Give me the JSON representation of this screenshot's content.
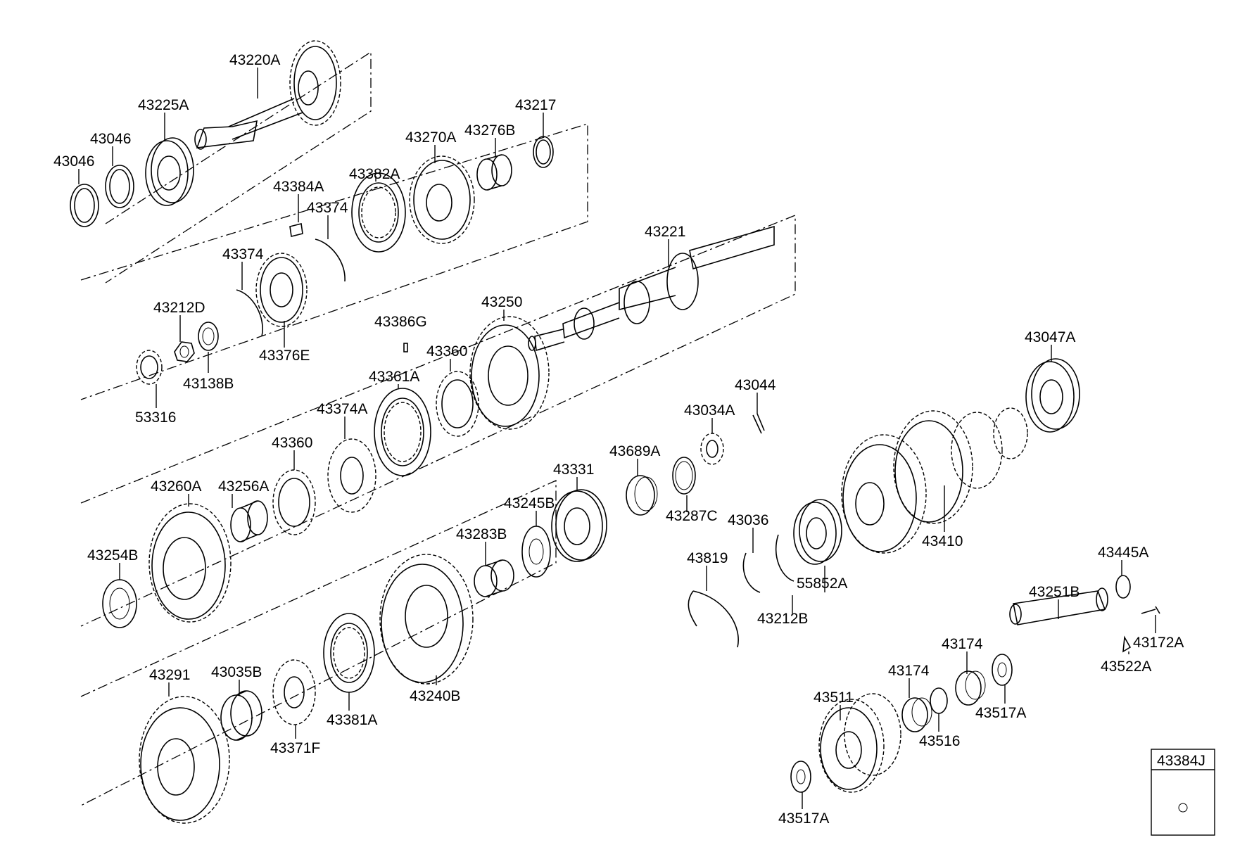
{
  "diagram": {
    "parts": [
      {
        "id": "43220A",
        "label": "43220A"
      },
      {
        "id": "43225A",
        "label": "43225A"
      },
      {
        "id": "43046a",
        "label": "43046"
      },
      {
        "id": "43046b",
        "label": "43046"
      },
      {
        "id": "43217",
        "label": "43217"
      },
      {
        "id": "43270A",
        "label": "43270A"
      },
      {
        "id": "43276B",
        "label": "43276B"
      },
      {
        "id": "43384A",
        "label": "43384A"
      },
      {
        "id": "43382A",
        "label": "43382A"
      },
      {
        "id": "43374a",
        "label": "43374"
      },
      {
        "id": "43374b",
        "label": "43374"
      },
      {
        "id": "43221",
        "label": "43221"
      },
      {
        "id": "43212D",
        "label": "43212D"
      },
      {
        "id": "43376E",
        "label": "43376E"
      },
      {
        "id": "43138B",
        "label": "43138B"
      },
      {
        "id": "53316",
        "label": "53316"
      },
      {
        "id": "43386G",
        "label": "43386G"
      },
      {
        "id": "43250",
        "label": "43250"
      },
      {
        "id": "43360a",
        "label": "43360"
      },
      {
        "id": "43361A",
        "label": "43361A"
      },
      {
        "id": "43047A",
        "label": "43047A"
      },
      {
        "id": "43044",
        "label": "43044"
      },
      {
        "id": "43034A",
        "label": "43034A"
      },
      {
        "id": "43374A",
        "label": "43374A"
      },
      {
        "id": "43360b",
        "label": "43360"
      },
      {
        "id": "43689A",
        "label": "43689A"
      },
      {
        "id": "43331",
        "label": "43331"
      },
      {
        "id": "43260A",
        "label": "43260A"
      },
      {
        "id": "43256A",
        "label": "43256A"
      },
      {
        "id": "43245B",
        "label": "43245B"
      },
      {
        "id": "43287C",
        "label": "43287C"
      },
      {
        "id": "43036",
        "label": "43036"
      },
      {
        "id": "43410",
        "label": "43410"
      },
      {
        "id": "43283B",
        "label": "43283B"
      },
      {
        "id": "43254B",
        "label": "43254B"
      },
      {
        "id": "43819",
        "label": "43819"
      },
      {
        "id": "55852A",
        "label": "55852A"
      },
      {
        "id": "43445A",
        "label": "43445A"
      },
      {
        "id": "43251B",
        "label": "43251B"
      },
      {
        "id": "43212B",
        "label": "43212B"
      },
      {
        "id": "43172A",
        "label": "43172A"
      },
      {
        "id": "43174a",
        "label": "43174"
      },
      {
        "id": "43522A",
        "label": "43522A"
      },
      {
        "id": "43291",
        "label": "43291"
      },
      {
        "id": "43035B",
        "label": "43035B"
      },
      {
        "id": "43174b",
        "label": "43174"
      },
      {
        "id": "43240B",
        "label": "43240B"
      },
      {
        "id": "43381A",
        "label": "43381A"
      },
      {
        "id": "43511",
        "label": "43511"
      },
      {
        "id": "43517Aa",
        "label": "43517A"
      },
      {
        "id": "43371F",
        "label": "43371F"
      },
      {
        "id": "43516",
        "label": "43516"
      },
      {
        "id": "43517Ab",
        "label": "43517A"
      }
    ],
    "reference_box": {
      "label": "43384J"
    }
  }
}
